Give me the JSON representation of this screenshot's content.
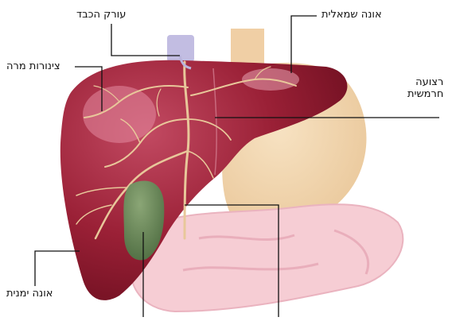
{
  "labels": {
    "hepatic_vein": "עורק הכבד",
    "left_lobe": "אונה שמאלית",
    "bile_ducts": "צינורות מרה",
    "falciform_line1": "רצועה",
    "falciform_line2": "חרמשית",
    "right_lobe": "אונה ימנית"
  },
  "colors": {
    "liver": "#8e1a2c",
    "liver_highlight": "#d96a86",
    "stomach": "#f1d4aa",
    "intestine": "#f7d0d6",
    "gallbladder": "#5b8c4e",
    "ducts": "#e8c79a",
    "vessel": "#b9b4dc",
    "leader_line": "#111111"
  }
}
